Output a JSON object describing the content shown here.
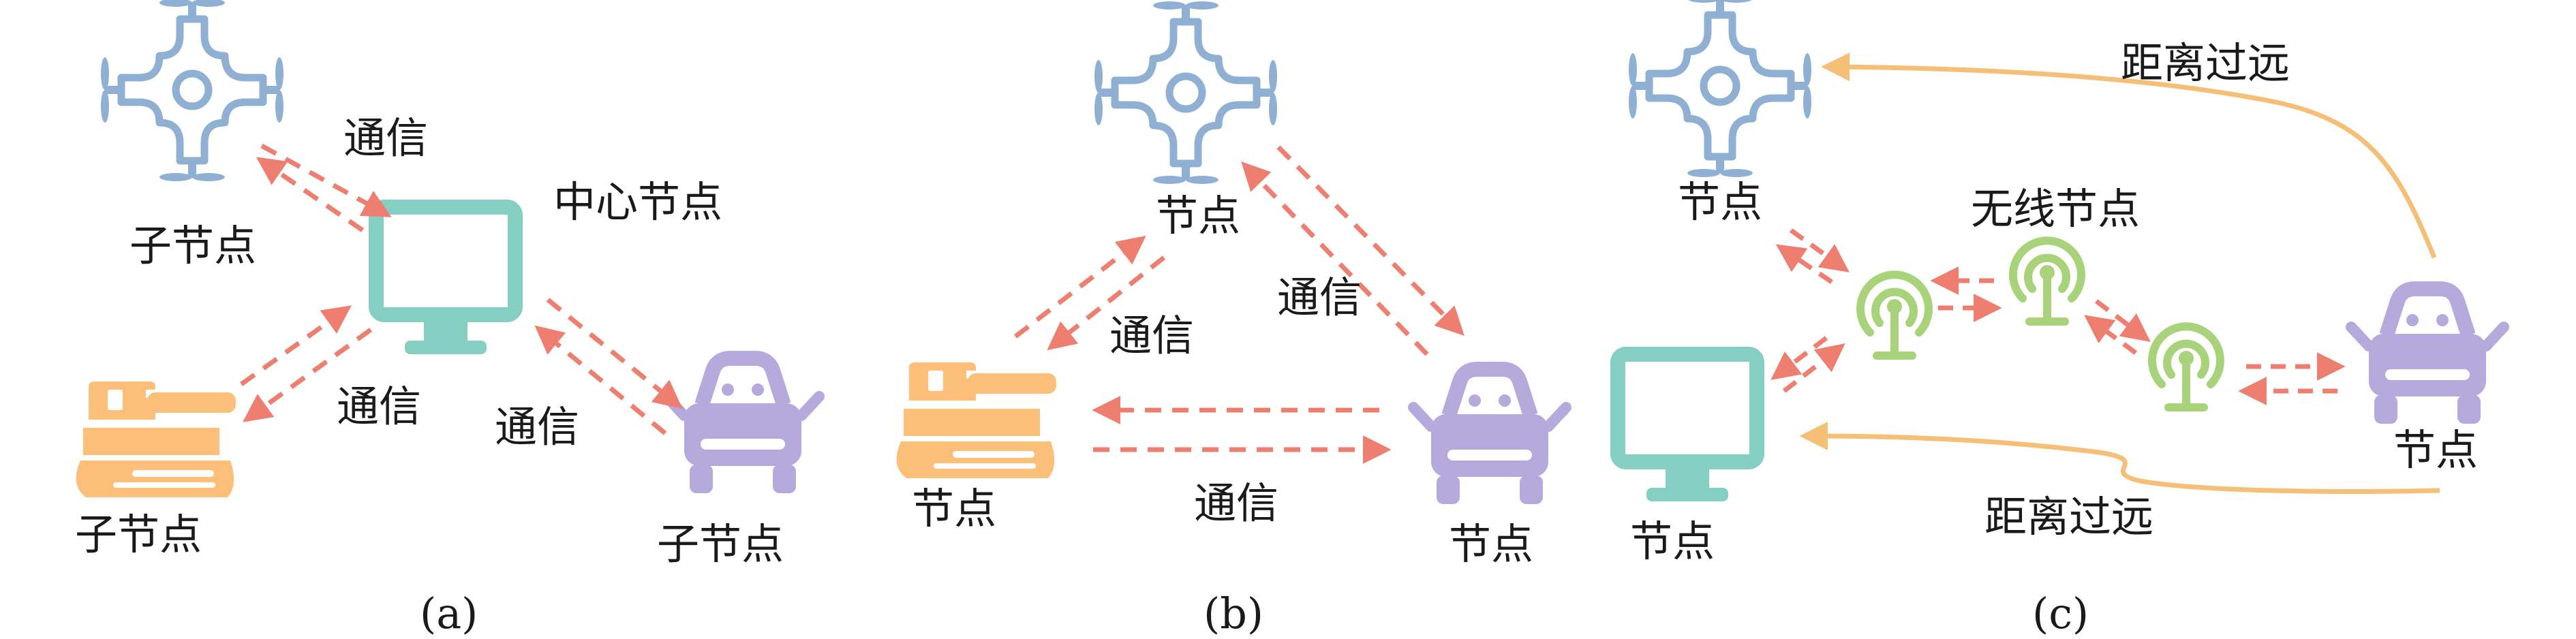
{
  "colors": {
    "drone": "#8fb0d3",
    "monitor": "#84cfc2",
    "robot": "#fbbf7a",
    "car": "#b6a9dc",
    "antenna": "#a9d37a",
    "comm_arrow": "#ee7f70",
    "far_arrow": "#f6bf78"
  },
  "icons": {
    "drone": "drone-icon",
    "monitor": "monitor-icon",
    "robot": "robot-vehicle-icon",
    "car": "car-icon",
    "antenna": "wireless-antenna-icon"
  },
  "panel_a": {
    "caption": "(a)",
    "drone_label": "子节点",
    "center_label": "中心节点",
    "robot_label": "子节点",
    "car_label": "子节点",
    "comm_top": "通信",
    "comm_left": "通信",
    "comm_right": "通信"
  },
  "panel_b": {
    "caption": "(b)",
    "drone_label": "节点",
    "robot_label": "节点",
    "car_label": "节点",
    "comm_left": "通信",
    "comm_right": "通信",
    "comm_bottom": "通信"
  },
  "panel_c": {
    "caption": "(c)",
    "drone_label": "节点",
    "monitor_label": "节点",
    "car_label": "节点",
    "wireless_label": "无线节点",
    "far_top": "距离过远",
    "far_bottom": "距离过远"
  }
}
